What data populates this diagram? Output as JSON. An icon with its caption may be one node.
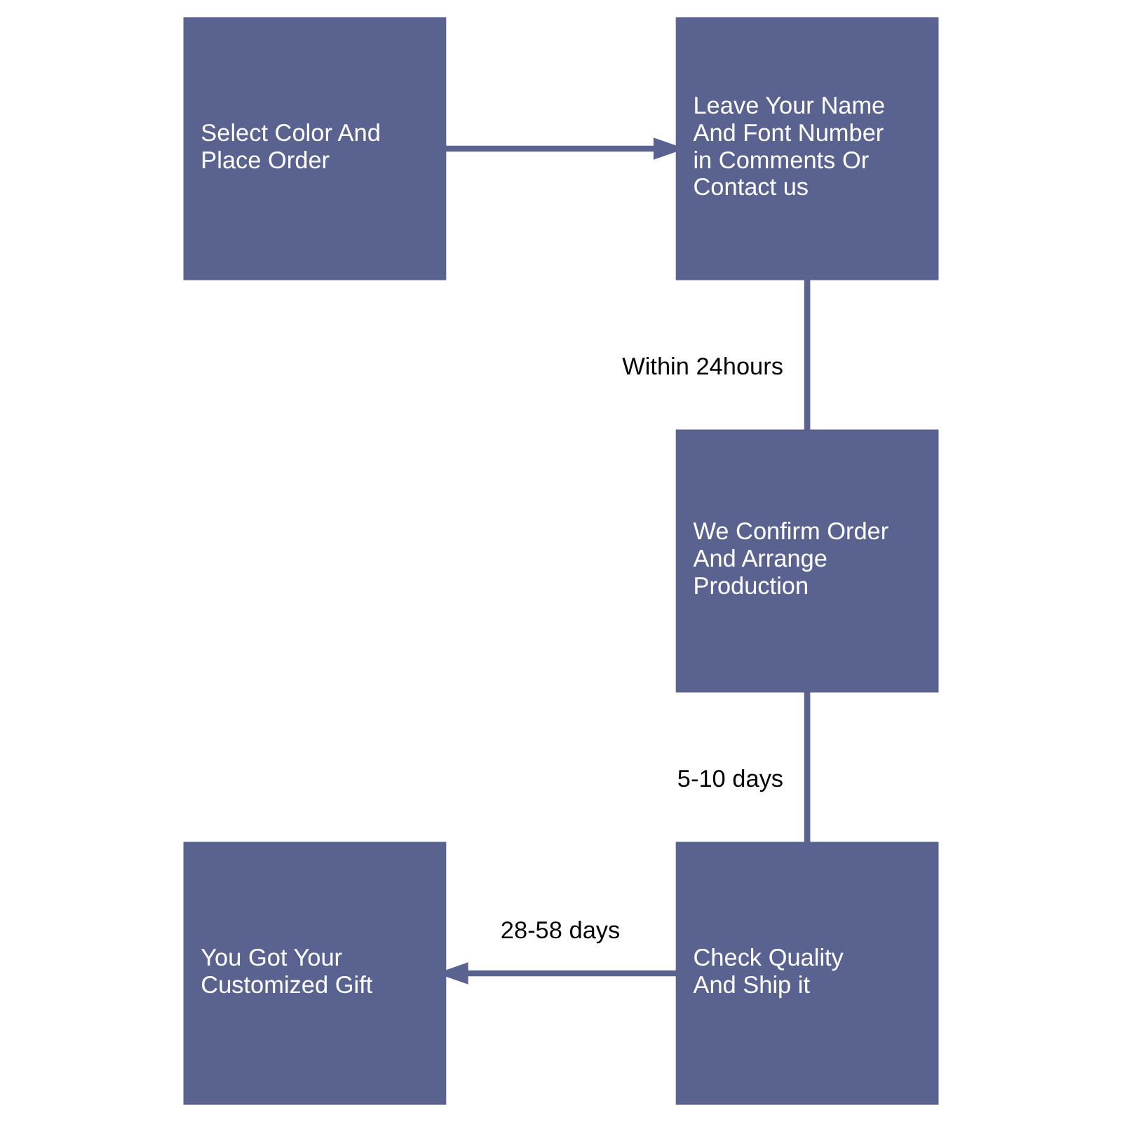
{
  "diagram": {
    "nodes": [
      {
        "text": [
          "Select Color And Place Order"
        ]
      },
      {
        "text": [
          "Leave Your Name And Font Number in Comments Or Contact us"
        ]
      },
      {
        "text": [
          "We Confirm Order And Arrange Production"
        ]
      },
      {
        "text": [
          "Check Quality And Ship it"
        ]
      },
      {
        "text": [
          "You Got Your Customized Gift"
        ]
      }
    ],
    "edges": [
      {
        "from": 0,
        "to": 1,
        "arrow": "to"
      },
      {
        "from": 1,
        "to": 2,
        "arrow": "none",
        "label": "Within 24hours"
      },
      {
        "from": 2,
        "to": 3,
        "arrow": "none",
        "label": "5-10 days"
      },
      {
        "from": 3,
        "to": 4,
        "arrow": "to",
        "label": "28-58 days"
      }
    ]
  }
}
